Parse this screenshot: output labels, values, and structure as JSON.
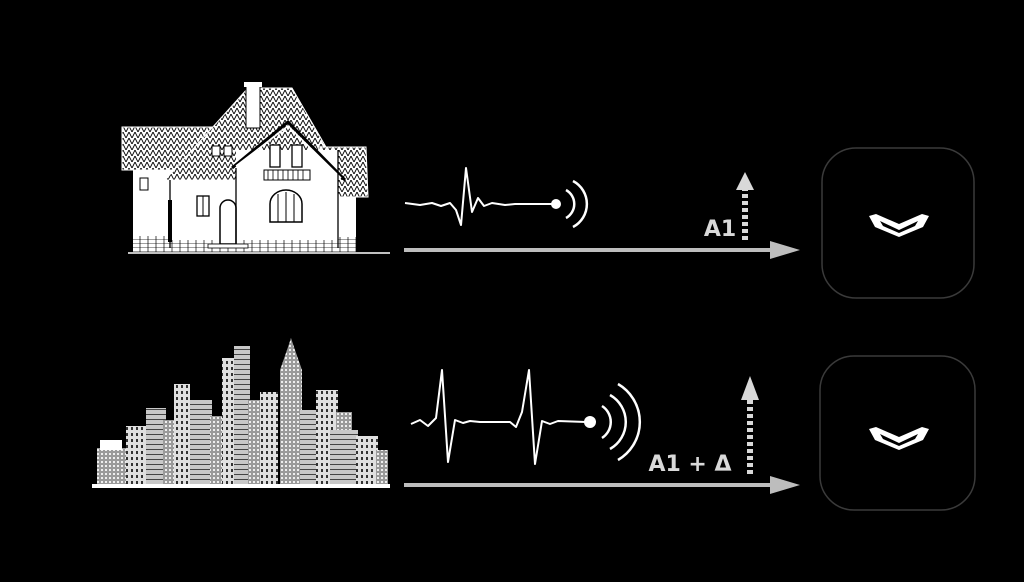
{
  "rows": [
    {
      "id": "house",
      "source_icon": "house-icon",
      "signal_icon": "single-pulse-signal-icon",
      "amplitude_label": "A1",
      "device_icon": "hub-device-icon"
    },
    {
      "id": "city",
      "source_icon": "city-skyline-icon",
      "signal_icon": "double-pulse-signal-icon",
      "amplitude_label": "A1 + Δ",
      "device_icon": "hub-device-icon"
    }
  ],
  "colors": {
    "background": "#000000",
    "line_art": "#ffffff",
    "arrow": "#bdbdbd",
    "label": "#d9d9d9",
    "device_border": "#3a3a3a"
  }
}
